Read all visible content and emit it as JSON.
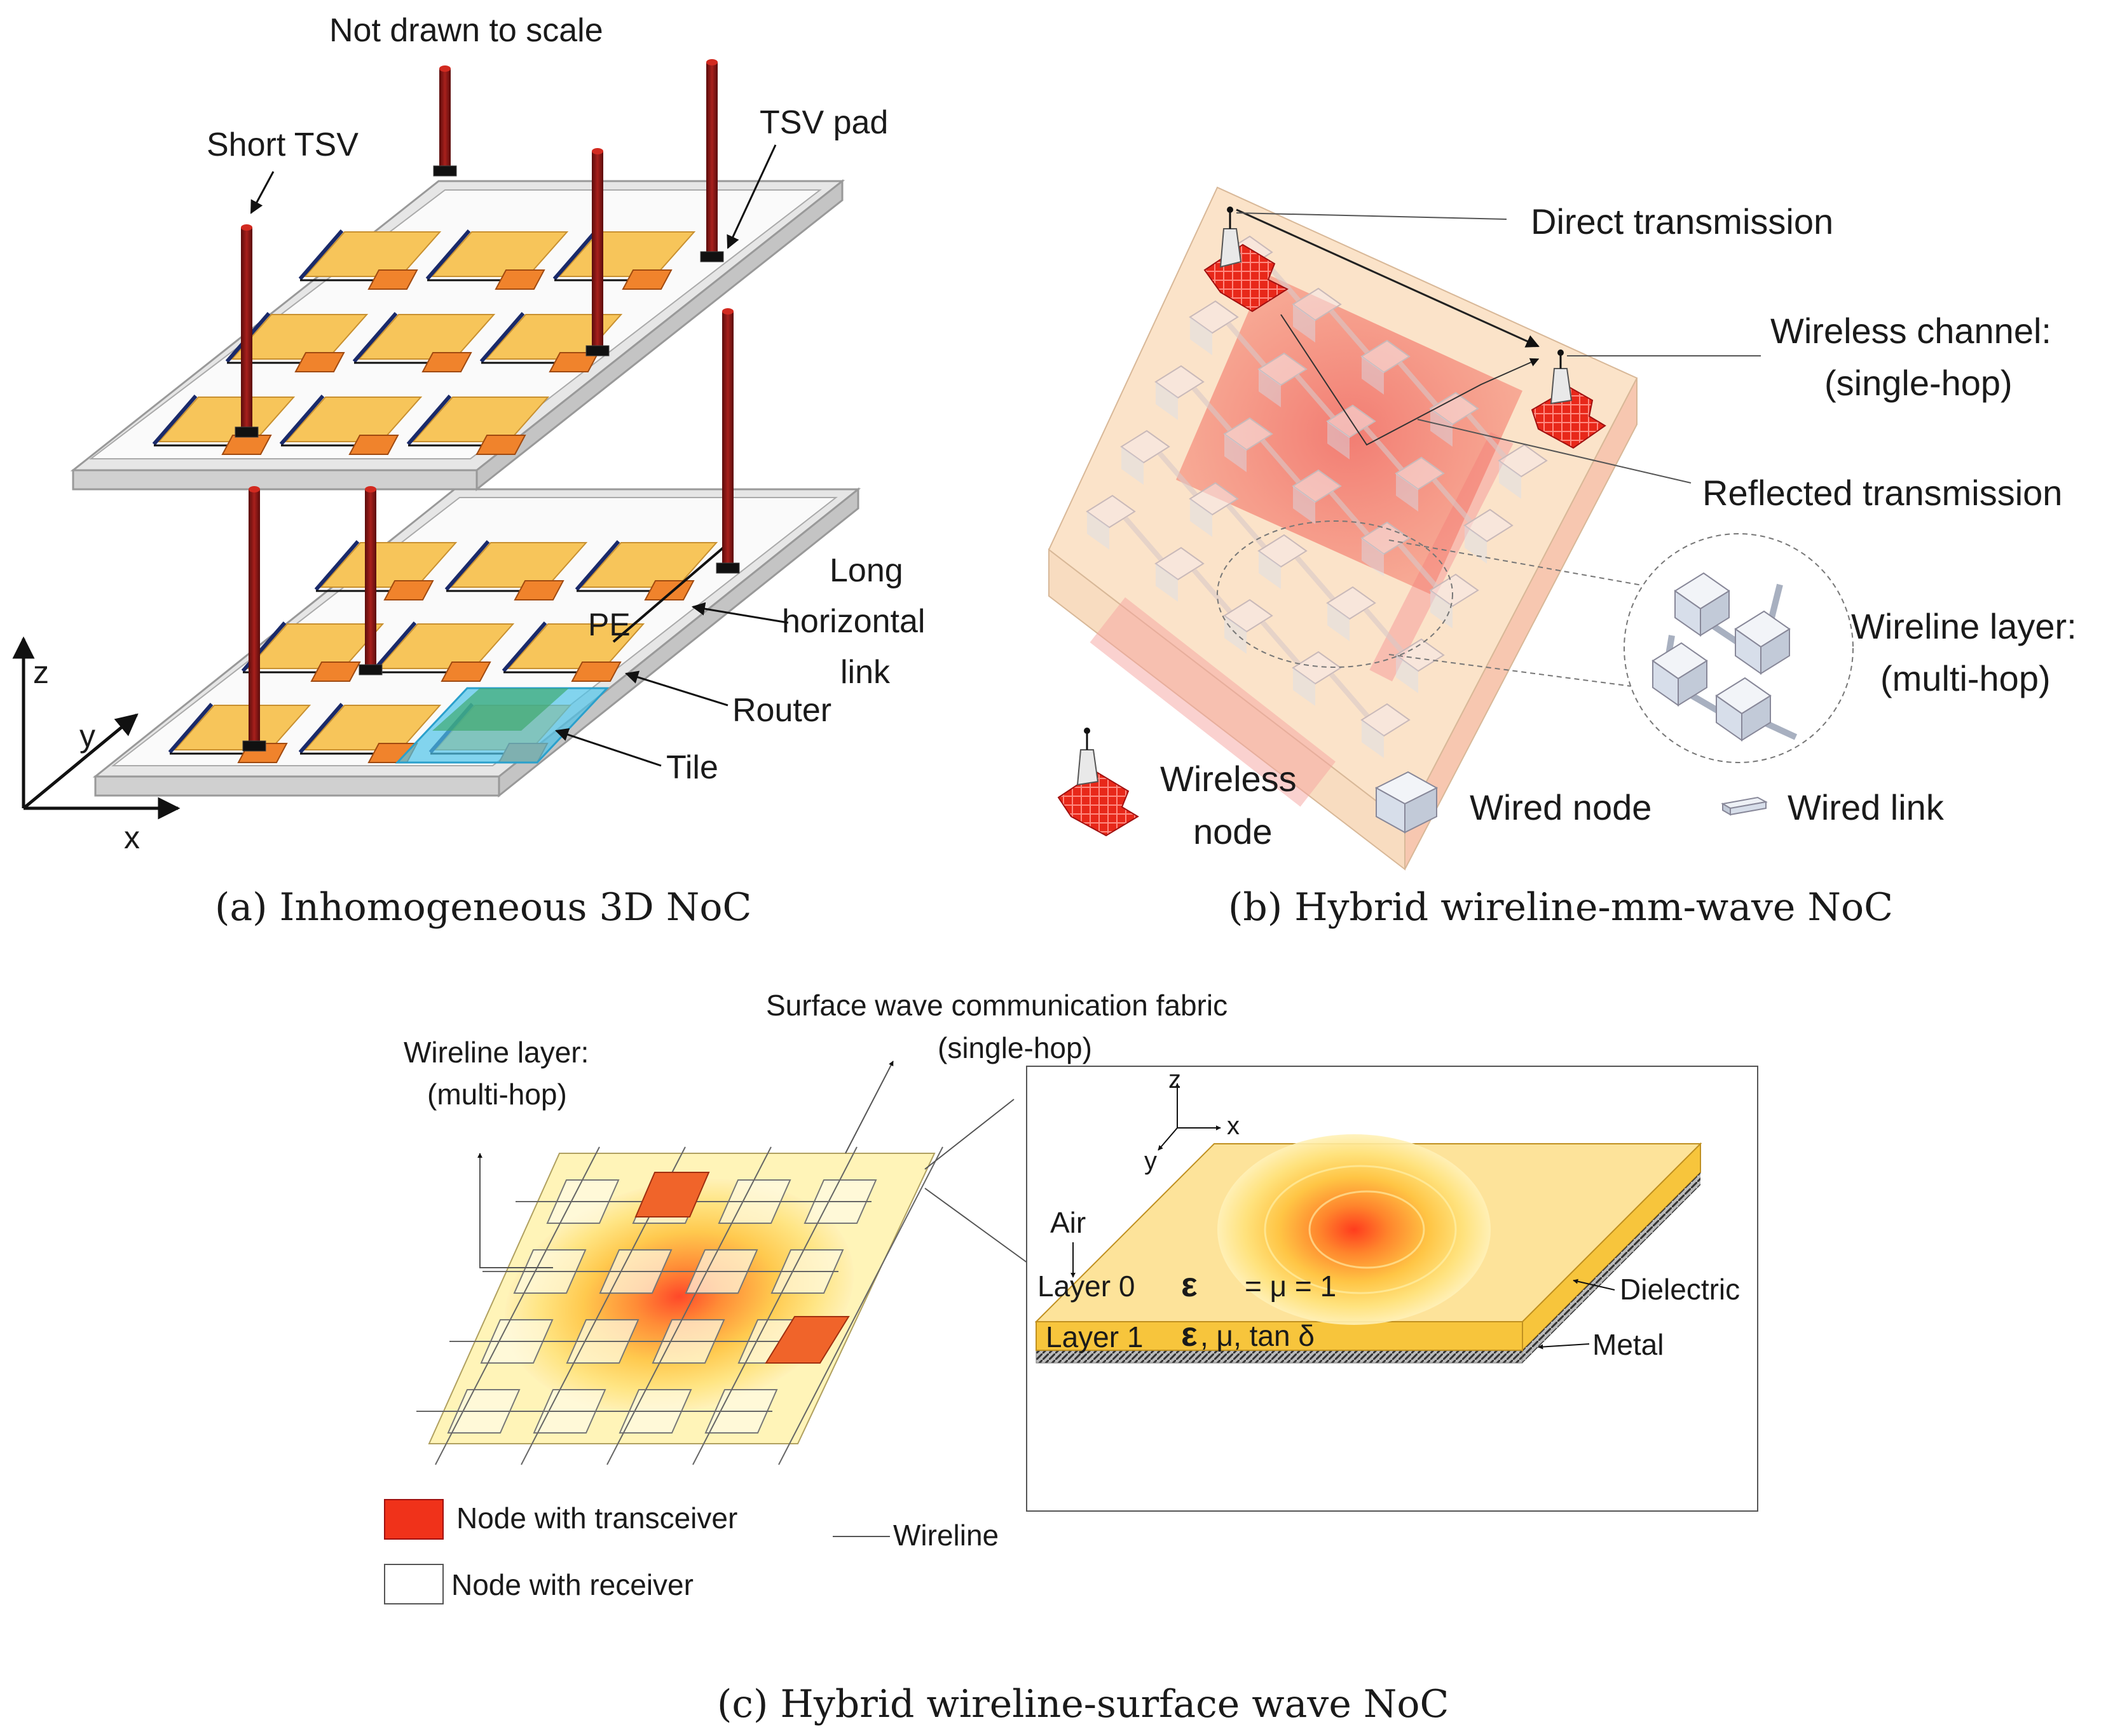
{
  "panel_a": {
    "note": "Not drawn to scale",
    "short_tsv": "Short TSV",
    "tsv_pad": "TSV pad",
    "long_link_1": "Long",
    "long_link_2": "horizontal",
    "long_link_3": "link",
    "pe": "PE",
    "router": "Router",
    "tile": "Tile",
    "axis_z": "z",
    "axis_y": "y",
    "axis_x": "x",
    "caption": "(a)  Inhomogeneous 3D NoC"
  },
  "panel_b": {
    "direct": "Direct transmission",
    "wireless_channel_1": "Wireless channel:",
    "wireless_channel_2": "(single-hop)",
    "reflected": "Reflected transmission",
    "wireline_layer_1": "Wireline layer:",
    "wireline_layer_2": "(multi-hop)",
    "legend_wireless_1": "Wireless",
    "legend_wireless_2": "node",
    "legend_wired_node": "Wired node",
    "legend_wired_link": "Wired link",
    "caption": "(b)  Hybrid wireline-mm-wave NoC"
  },
  "panel_c": {
    "surface_fabric_1": "Surface wave communication fabric",
    "surface_fabric_2": "(single-hop)",
    "wireline_layer_1": "Wireline layer:",
    "wireline_layer_2": "(multi-hop)",
    "axis_z": "z",
    "axis_x": "x",
    "axis_y": "y",
    "air": "Air",
    "layer0": "Layer 0",
    "layer0_eq": "= μ = 1",
    "layer1": "Layer 1",
    "layer1_eq": ", μ, tan δ",
    "epsilon": "ε",
    "dielectric": "Dielectric",
    "metal": "Metal",
    "legend_transceiver": "Node with transceiver",
    "legend_receiver": "Node with receiver",
    "legend_wireline": "Wireline",
    "caption": "(c)  Hybrid wireline-surface wave NoC"
  },
  "colors": {
    "tsv": "#8b1414",
    "tile": "#f7c55a",
    "router": "#f0832c",
    "wireless_node": "#e8281a",
    "wired_node": "#d7deea",
    "transceiver": "#f0321a"
  }
}
